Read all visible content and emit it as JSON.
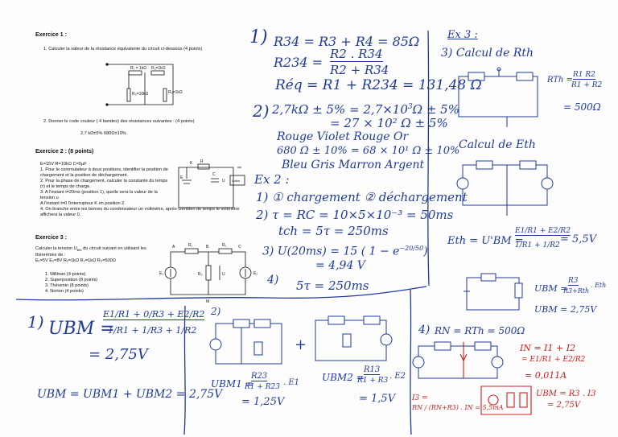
{
  "printed": {
    "ex1_title": "Exercice 1 :",
    "ex1_q1": "1.  Calculer la valeur de la résistance équivalente du circuit ci-dessous (4 points)",
    "ex1_q2": "2.  Donner le code couleur ( 4 bandes) des résistances suivantes : (4 points)",
    "ex1_values": "2,7 kΩ±5%          680Ω±10%",
    "ex2_title": "Exercice 2 : (8 points)",
    "ex2_params": "E=15V   R=10kΩ   C=5µF",
    "ex2_list": [
      "1.  Pour le commutateur à deux positions, identifier la position de",
      "     chargement et la position de déchargement.",
      "2.  Pour la phase de chargement, calculer la constante du temps",
      "     (τ) et le temps de charge.",
      "3.  A l'instant t=20ms (position 1), quelle sera la valeur de la",
      "     tension u",
      "A l'instant t=0 l'interrupteur K en position 2.",
      "4.  On branche entre les bornes du condensateur un voltmètre, après combien de  temps le voltmètre",
      "     affichera la valeur 0."
    ],
    "ex3_title": "Exercice 3 :",
    "ex3_intro": [
      "Calculer  la tension U",
      "théorèmes de :",
      "E₁=5V  E₂=8V  R₁=1kΩ  R₂=1kΩ   R₃=500Ω"
    ],
    "ex3_intro_sub": "BM",
    "ex3_intro_tail": " du circuit suivant en utilisant les",
    "ex3_list": [
      "1.  Millman (4 points)",
      "2.  Superposition (8 points)",
      "3.  Thévenin (8 points)",
      "4.  Norton  (4 points)"
    ],
    "c1_labels": [
      "R₁ = 1kΩ",
      "R₂=1kΩ",
      "R₃=10kΩ",
      "R₄=1kΩ"
    ],
    "c3_labels": [
      "A",
      "R₁",
      "B",
      "R₂",
      "C",
      "R₃",
      "E₁",
      "E₂",
      "U",
      "M"
    ],
    "c2_labels": [
      "K",
      "R",
      "C",
      "U",
      "E",
      "Voltm"
    ]
  },
  "handwritten": {
    "q1_label": "1)",
    "r34": "R34 = R3 + R4 = 85Ω",
    "r234": "R234 =",
    "r234_num": "R2 . R34",
    "r234_den": "R2 + R34",
    "req": "Réq = R1 + R234 = 131,48 Ω",
    "q2_label": "2)",
    "l27_a": "2,7kΩ ± 5% = 2,7×10",
    "l27_b": "= 27 × 10² Ω ± 5%",
    "l27_exp": "3",
    "l27_tail": "Ω ± 5%",
    "rvr": "Rouge  Violet  Rouge  Or",
    "l680": "680 Ω ± 10% = 68 × 10¹ Ω ± 10%",
    "bgma": "Bleu  Gris  Marron  Argent",
    "ex2": "Ex 2 :",
    "ex2_1": "1) ① chargement  ② déchargement",
    "ex2_2": "2)  τ = RC = 10×5×10⁻³ = 50ms",
    "ex2_2b": "tch = 5τ = 250ms",
    "ex2_3": "3)  U(20ms) = 15 ( 1 − e",
    "ex2_3exp": "−20/50",
    "ex2_3b": "= 4,94 V",
    "ex2_4": "4)",
    "ex2_4b": "5τ = 250ms",
    "ex3": "Ex 3 :",
    "ex3_3": "3)  Calcul de Rth",
    "rth": "RTh =",
    "rth_num": "R1 R2",
    "rth_den": "R1 + R2",
    "rth_val": "= 500Ω",
    "eth_title": "Calcul de Eth",
    "eth": "Eth = U'BM =",
    "eth_num": "E1/R1 + E2/R2",
    "eth_den": "1/R1 + 1/R2",
    "eth_val": "= 5,5V",
    "ubm_th": "UBM =",
    "ubm_th_num": "R3",
    "ubm_th_den": "R3+Rth",
    "ubm_th_tail": ". Eth",
    "ubm_th_val": "UBM = 2,75V",
    "mill_label": "1)",
    "mill_ubm": "UBM =",
    "mill_num": "E1/R1 + 0/R3 + E2/R2",
    "mill_den": "1/R1 + 1/R3 + 1/R2",
    "mill_val": "= 2,75V",
    "sup_label": "2)",
    "ubm_sum": "UBM = UBM1 + UBM2 = 2,75V",
    "ubm1": "UBM1 =",
    "ubm1_num": "R23",
    "ubm1_den": "R1 + R23",
    "ubm1_tail": ". E1",
    "ubm1_val": "= 1,25V",
    "ubm2": "UBM2 =",
    "ubm2_num": "R13",
    "ubm2_den": "R1 + R3",
    "ubm2_tail": ". E2",
    "ubm2_val": "= 1,5V",
    "nor_label": "4)",
    "rn": "RN = RTh = 500Ω",
    "in_red": "IN = I1 + I2",
    "in_red_frac": "= E1/R1 + E2/R2",
    "in_red_val": "= 0,011A",
    "i3_red": "I3 =",
    "i3_red_frac": "RN / (RN+R3) . IN = 5,5mA",
    "ubm_red": "UBM = R3 . I3",
    "ubm_red_val": "= 2,75V",
    "plus": "+"
  },
  "colors": {
    "ink": "#1f3a9c",
    "red": "#d21c1c",
    "print": "#111111"
  }
}
